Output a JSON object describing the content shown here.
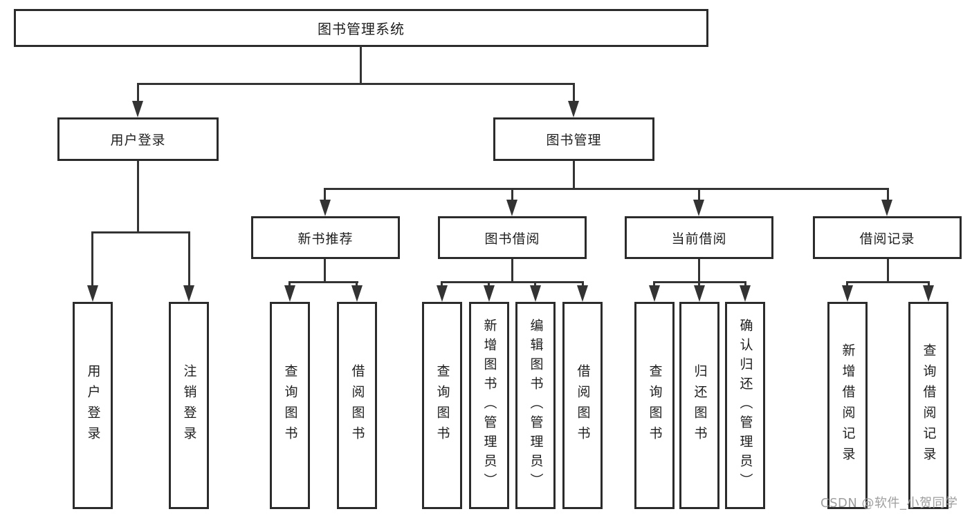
{
  "watermark": "CSDN @软件_小贺同学",
  "colors": {
    "line": "#333333",
    "box_border": "#2b2b2b",
    "text": "#1e1e1e",
    "watermark": "#9e9e9e",
    "background": "#ffffff"
  },
  "diagram_type": "hierarchy-tree",
  "tree": {
    "label": "图书管理系统",
    "children": [
      {
        "label": "用户登录",
        "children": [
          {
            "label": "用户登录"
          },
          {
            "label": "注销登录"
          }
        ]
      },
      {
        "label": "图书管理",
        "children": [
          {
            "label": "新书推荐",
            "children": [
              {
                "label": "查询图书"
              },
              {
                "label": "借阅图书"
              }
            ]
          },
          {
            "label": "图书借阅",
            "children": [
              {
                "label": "查询图书"
              },
              {
                "label": "新增图书（管理员）"
              },
              {
                "label": "编辑图书（管理员）"
              },
              {
                "label": "借阅图书"
              }
            ]
          },
          {
            "label": "当前借阅",
            "children": [
              {
                "label": "查询图书"
              },
              {
                "label": "归还图书"
              },
              {
                "label": "确认归还（管理员）"
              }
            ]
          },
          {
            "label": "借阅记录",
            "children": [
              {
                "label": "新增借阅记录"
              },
              {
                "label": "查询借阅记录"
              }
            ]
          }
        ]
      }
    ]
  }
}
